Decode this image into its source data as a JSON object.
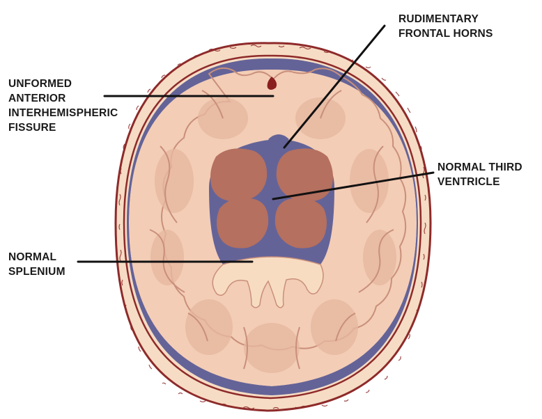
{
  "diagram": {
    "labels": {
      "frontal_horns": [
        "RUDIMENTARY",
        "FRONTAL HORNS"
      ],
      "fissure": [
        "UNFORMED",
        "ANTERIOR",
        "INTERHEMISPHERIC",
        "FISSURE"
      ],
      "third_ventricle": [
        "NORMAL THIRD",
        "VENTRICLE"
      ],
      "splenium": [
        "NORMAL",
        "SPLENIUM"
      ]
    },
    "colors": {
      "skull_rim": "#8e2a2a",
      "bone": "#f6dcc4",
      "csf": "#646398",
      "brain": "#f3cdb6",
      "brain_shadow": "#ddaa92",
      "deep_nuclei": "#b5705f",
      "falx_remnant": "#8a1f1f",
      "leader_line": "#111111"
    }
  }
}
